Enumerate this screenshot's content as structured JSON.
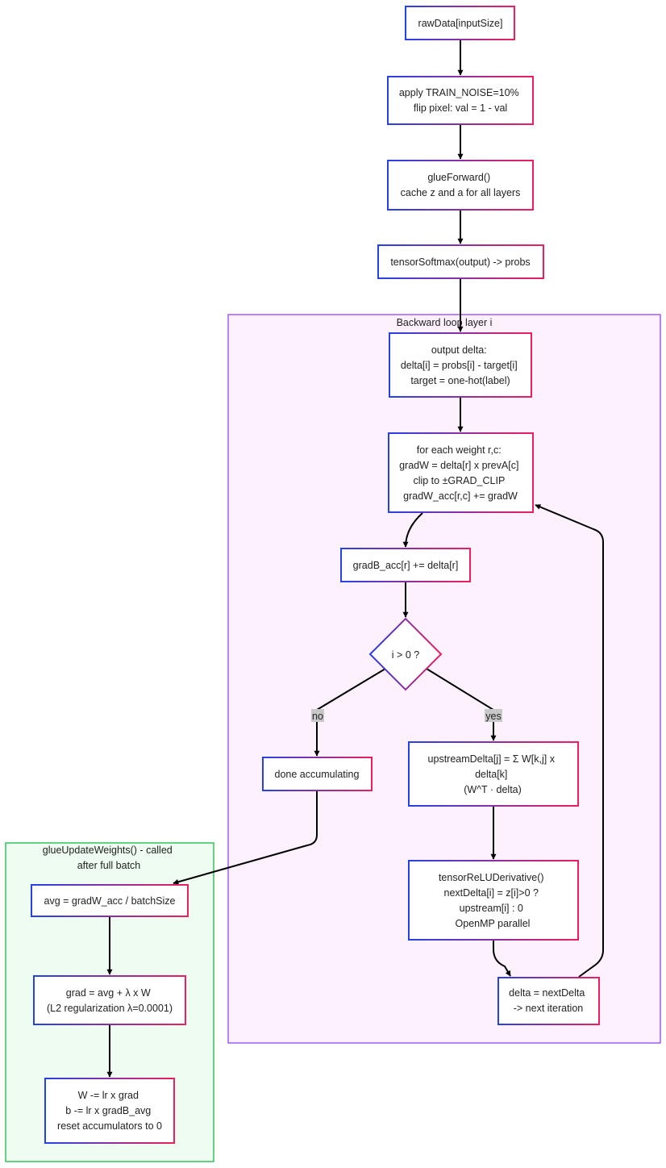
{
  "colors": {
    "node_fill": "#ffffff",
    "node_grad_start": "#2541e8",
    "node_grad_end": "#ef1e5c",
    "edge": "#000000",
    "text": "#222222",
    "backward_fill": "#fdf1fd",
    "backward_stroke": "#a55cf6",
    "update_fill": "#eefcf1",
    "update_stroke": "#34c45a",
    "edge_label_bg": "#c8c8c8"
  },
  "clusters": {
    "backward": {
      "title": "Backward loop layer i"
    },
    "update": {
      "title": [
        "glueUpdateWeights() - called",
        "after full batch"
      ]
    }
  },
  "nodes": {
    "raw": {
      "lines": [
        "rawData[inputSize]"
      ]
    },
    "noise": {
      "lines": [
        "apply TRAIN_NOISE=10%",
        "flip pixel: val = 1 - val"
      ]
    },
    "forward": {
      "lines": [
        "glueForward()",
        "cache z and a for all layers"
      ]
    },
    "softmax": {
      "lines": [
        "tensorSoftmax(output) -> probs"
      ]
    },
    "outdelta": {
      "lines": [
        "output delta:",
        "delta[i] = probs[i] - target[i]",
        "target = one-hot(label)"
      ]
    },
    "gradw": {
      "lines": [
        "for each weight r,c:",
        "gradW = delta[r] x prevA[c]",
        "clip to ±GRAD_CLIP",
        "gradW_acc[r,c] += gradW"
      ]
    },
    "gradb": {
      "lines": [
        "gradB_acc[r] += delta[r]"
      ]
    },
    "decision": {
      "lines": [
        "i > 0 ?"
      ]
    },
    "done": {
      "lines": [
        "done accumulating"
      ]
    },
    "upstream": {
      "lines": [
        "upstreamDelta[j] = Σ W[k,j] x",
        "delta[k]",
        "(W^T · delta)"
      ]
    },
    "relu": {
      "lines": [
        "tensorReLUDerivative()",
        "nextDelta[i] = z[i]>0 ?",
        "upstream[i] : 0",
        "OpenMP parallel"
      ]
    },
    "next": {
      "lines": [
        "delta = nextDelta",
        "-> next iteration"
      ]
    },
    "avg": {
      "lines": [
        "avg = gradW_acc / batchSize"
      ]
    },
    "l2": {
      "lines": [
        "grad = avg + λ x W",
        "(L2 regularization λ=0.0001)"
      ]
    },
    "update": {
      "lines": [
        "W -= lr x grad",
        "b -= lr x gradB_avg",
        "reset accumulators to 0"
      ]
    }
  },
  "edges": [
    {
      "id": "raw-noise",
      "from": "raw",
      "to": "noise",
      "label": ""
    },
    {
      "id": "noise-forward",
      "from": "noise",
      "to": "forward",
      "label": ""
    },
    {
      "id": "forward-softmax",
      "from": "forward",
      "to": "softmax",
      "label": ""
    },
    {
      "id": "softmax-outdelta",
      "from": "softmax",
      "to": "outdelta",
      "label": ""
    },
    {
      "id": "outdelta-gradw",
      "from": "outdelta",
      "to": "gradw",
      "label": ""
    },
    {
      "id": "gradw-gradb",
      "from": "gradw",
      "to": "gradb",
      "label": ""
    },
    {
      "id": "gradb-decision",
      "from": "gradb",
      "to": "decision",
      "label": ""
    },
    {
      "id": "decision-done",
      "from": "decision",
      "to": "done",
      "label": "no"
    },
    {
      "id": "decision-upstream",
      "from": "decision",
      "to": "upstream",
      "label": "yes"
    },
    {
      "id": "upstream-relu",
      "from": "upstream",
      "to": "relu",
      "label": ""
    },
    {
      "id": "relu-next",
      "from": "relu",
      "to": "next",
      "label": ""
    },
    {
      "id": "next-gradw",
      "from": "next",
      "to": "gradw",
      "label": ""
    },
    {
      "id": "done-avg",
      "from": "done",
      "to": "avg",
      "label": ""
    },
    {
      "id": "avg-l2",
      "from": "avg",
      "to": "l2",
      "label": ""
    },
    {
      "id": "l2-update",
      "from": "l2",
      "to": "update",
      "label": ""
    }
  ]
}
